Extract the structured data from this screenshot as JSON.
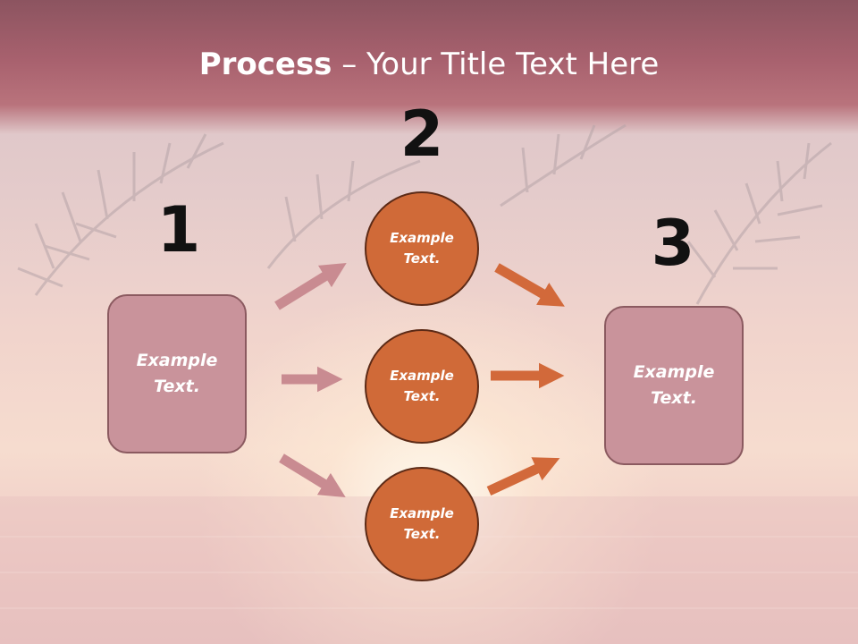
{
  "title": {
    "bold": "Process",
    "rest": " – Your Title Text Here"
  },
  "steps": {
    "one": "1",
    "two": "2",
    "three": "3"
  },
  "left_box": {
    "line1": "Example",
    "line2": "Text."
  },
  "right_box": {
    "line1": "Example",
    "line2": "Text."
  },
  "circles": [
    {
      "line1": "Example",
      "line2": "Text."
    },
    {
      "line1": "Example",
      "line2": "Text."
    },
    {
      "line1": "Example",
      "line2": "Text."
    }
  ],
  "colors": {
    "box_fill": "#c9939b",
    "circle_fill": "#d06a38",
    "pink_arrow": "#c98b91",
    "orange_arrow": "#d2693a",
    "title_band": "#a8616e"
  }
}
